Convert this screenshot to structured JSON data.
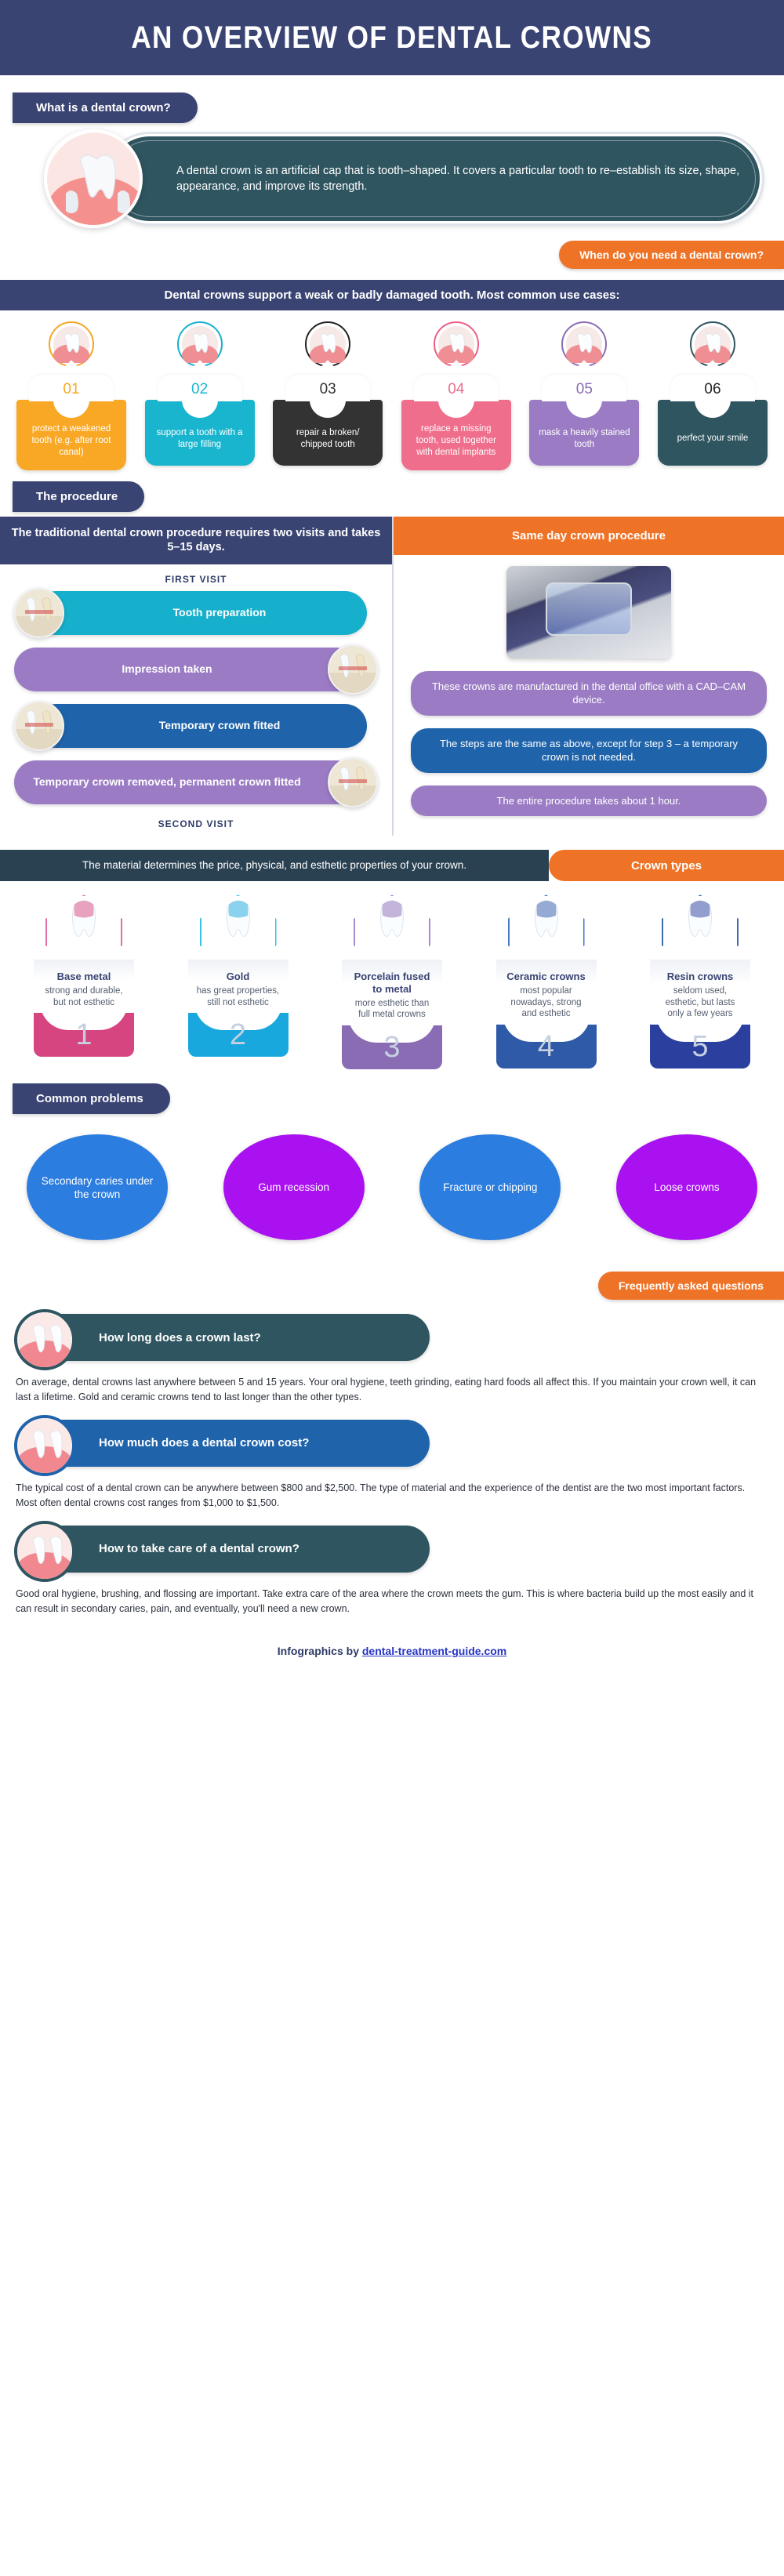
{
  "header": {
    "title": "AN OVERVIEW OF DENTAL CROWNS"
  },
  "what_is": {
    "tab_label": "What is a dental crown?",
    "definition": "A dental crown is an artificial cap that is tooth–shaped. It covers a particular tooth to re–establish its size, shape, appearance, and improve its strength.",
    "next_tab_label": "When do you need a dental crown?",
    "photo_alt": "molar-tooth-in-gum-photo"
  },
  "use_cases": {
    "band_text": "Dental crowns support a weak or badly damaged tooth. Most common use cases:",
    "items": [
      {
        "number": "01",
        "text": "protect a weakened tooth (e.g. after root canal)",
        "color": "#f9a825",
        "num_color": "#f9a825",
        "ring": "#f5a623",
        "img": "crown-and-prepared-tooth-photo"
      },
      {
        "number": "02",
        "text": "support a tooth with a large filling",
        "color": "#19b5cf",
        "num_color": "#19b5cf",
        "ring": "#16b0cc",
        "img": "tooth-with-amalgam-filling-photo"
      },
      {
        "number": "03",
        "text": "repair a broken/ chipped tooth",
        "color": "#333333",
        "num_color": "#333333",
        "ring": "#222222",
        "img": "cracked-tooth-photo"
      },
      {
        "number": "04",
        "text": "replace a missing tooth, used together with dental implants",
        "color": "#ef6e8c",
        "num_color": "#ef6e8c",
        "ring": "#ee5f86",
        "img": "dental-implant-photo"
      },
      {
        "number": "05",
        "text": "mask a heavily stained tooth",
        "color": "#9b7cc4",
        "num_color": "#8a6cb5",
        "ring": "#8a6cb5",
        "img": "veneer-on-tooth-photo"
      },
      {
        "number": "06",
        "text": "perfect your smile",
        "color": "#2f5560",
        "num_color": "#222222",
        "ring": "#2f5560",
        "img": "smiling-woman-photo"
      }
    ]
  },
  "procedure": {
    "tab_label": "The procedure",
    "traditional": {
      "heading": "The traditional dental crown procedure requires two visits and takes 5–15 days.",
      "first_visit_label": "FIRST VISIT",
      "second_visit_label": "SECOND VISIT",
      "steps": [
        {
          "text": "Tooth preparation",
          "color": "#16b0cc",
          "side": "left",
          "img": "tooth-drilling-photo"
        },
        {
          "text": "Impression taken",
          "color": "#9b7cc4",
          "side": "right",
          "img": "dental-impression-tray-photo"
        },
        {
          "text": "Temporary crown fitted",
          "color": "#1f64ab",
          "side": "left",
          "img": "temporary-crown-photo"
        },
        {
          "text": "Temporary crown removed, permanent crown fitted",
          "color": "#9b7cc4",
          "side": "right",
          "img": "permanent-crown-photo"
        }
      ]
    },
    "same_day": {
      "heading": "Same day crown procedure",
      "image_alt": "cad-cam-milling-machine-photo",
      "notes": [
        {
          "text": "These crowns are manufactured in the dental office with a CAD–CAM device.",
          "color": "#9b7cc4"
        },
        {
          "text": "The steps are the same as above, except for step 3 – a temporary crown is not needed.",
          "color": "#1f64ab"
        },
        {
          "text": "The entire procedure takes about 1 hour.",
          "color": "#9b7cc4"
        }
      ]
    }
  },
  "crown_types": {
    "band_text": "The material determines the price, physical, and esthetic properties of your crown.",
    "tab_label": "Crown types",
    "items": [
      {
        "number": "1",
        "name": "Base metal",
        "desc": "strong and durable, but not esthetic",
        "color": "#d6457f",
        "ring": "#e36fa0",
        "img": "metal-crown-on-tooth-photo"
      },
      {
        "number": "2",
        "name": "Gold",
        "desc": "has great properties, still not esthetic",
        "color": "#19a8dd",
        "ring": "#3cc0ef",
        "img": "gold-crown-on-tooth-photo"
      },
      {
        "number": "3",
        "name": "Porcelain fused to metal",
        "desc": "more esthetic than full metal crowns",
        "color": "#8a6cb5",
        "ring": "#a88bd0",
        "img": "porcelain-fused-metal-crowns-photo"
      },
      {
        "number": "4",
        "name": "Ceramic crowns",
        "desc": "most popular nowadays, strong and esthetic",
        "color": "#2f5aa8",
        "ring": "#4a79c7",
        "img": "ceramic-crown-photo"
      },
      {
        "number": "5",
        "name": "Resin crowns",
        "desc": "seldom used, esthetic, but lasts only a few years",
        "color": "#2a3f9e",
        "ring": "#3b6bb5",
        "img": "resin-crown-photo"
      }
    ]
  },
  "common_problems": {
    "tab_label": "Common problems",
    "items": [
      {
        "text": "Secondary caries under the crown",
        "color": "#2b7de0"
      },
      {
        "text": "Gum recession",
        "color": "#a911f0"
      },
      {
        "text": "Fracture or chipping",
        "color": "#2b7de0"
      },
      {
        "text": "Loose crowns",
        "color": "#a911f0"
      }
    ]
  },
  "faq": {
    "tab_label": "Frequently asked questions",
    "items": [
      {
        "question": "How long does a crown last?",
        "bar_color": "#2f5560",
        "ring_color": "#2f5560",
        "img": "tooth-preparation-photo",
        "answer": "On average, dental crowns last anywhere between 5 and 15 years. Your oral hygiene, teeth grinding, eating hard foods all affect this. If you maintain your crown well, it can last a lifetime. Gold and ceramic crowns tend to last longer than the other types."
      },
      {
        "question": "How much does a dental crown cost?",
        "bar_color": "#1f64ab",
        "ring_color": "#1f64ab",
        "img": "tooth-character-with-coin-photo",
        "answer": "The typical cost of a dental crown can be anywhere between $800 and $2,500. The type of material and the experience of the dentist are the two most important factors. Most often dental crowns cost ranges from $1,000 to $1,500."
      },
      {
        "question": "How to take care of a dental crown?",
        "bar_color": "#2f5560",
        "ring_color": "#2f5560",
        "img": "dental-care-icons-photo",
        "answer": "Good oral hygiene, brushing, and flossing are important. Take extra care of the area where the crown meets the gum. This is where bacteria build up the most easily and it can result in secondary caries, pain, and eventually, you'll need a new crown."
      }
    ]
  },
  "footer": {
    "prefix": "Infographics by ",
    "link_text": "dental-treatment-guide.com"
  }
}
